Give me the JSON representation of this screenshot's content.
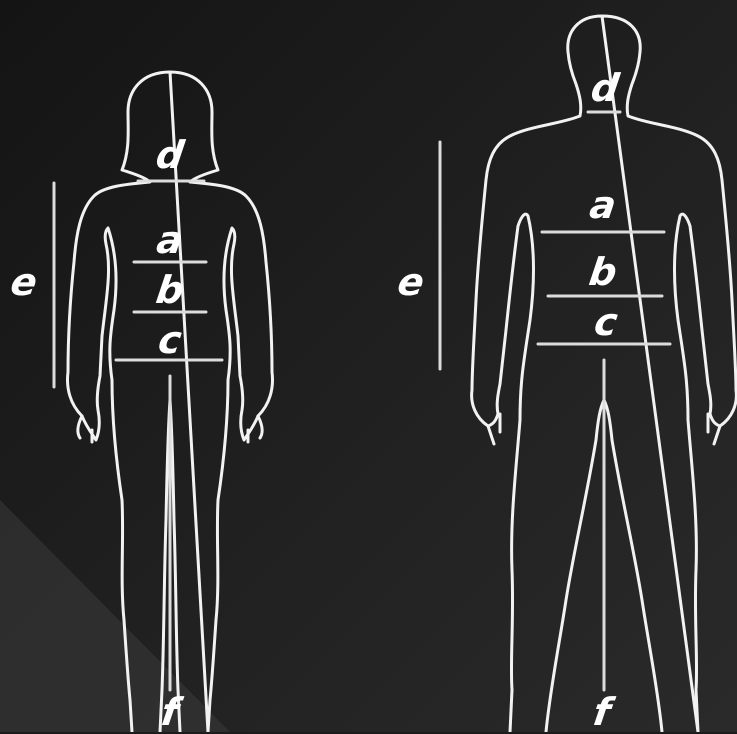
{
  "colors": {
    "background": "#1c1c1c",
    "outline": "#f2f2f2",
    "measure_line": "#dcdcdc",
    "label": "#ffffff"
  },
  "figures": [
    {
      "id": "female",
      "labels": {
        "d": "d",
        "a": "a",
        "b": "b",
        "c": "c",
        "e": "e",
        "f": "f"
      }
    },
    {
      "id": "male",
      "labels": {
        "d": "d",
        "a": "a",
        "b": "b",
        "c": "c",
        "e": "e",
        "f": "f"
      }
    }
  ]
}
